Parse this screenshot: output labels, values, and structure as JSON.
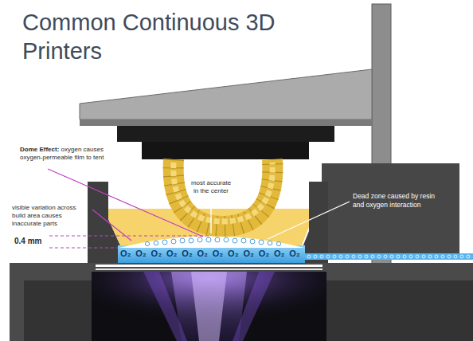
{
  "diagram": {
    "title": "Common Continuous 3D Printers",
    "labels": [
      "Dome Effect:",
      "oxygen causes oxygen-permeable film to tent",
      "visible variation across build area causes inaccurate parts",
      "0.4 mm",
      "most accurate in the center",
      "Dead zone caused by resin and oxygen interaction",
      "O₂",
      "O₂",
      "O₂",
      "O₂",
      "O₂",
      "O₂",
      "O₂",
      "O₂",
      "O₂",
      "O₂",
      "O₂",
      "O₂"
    ]
  }
}
